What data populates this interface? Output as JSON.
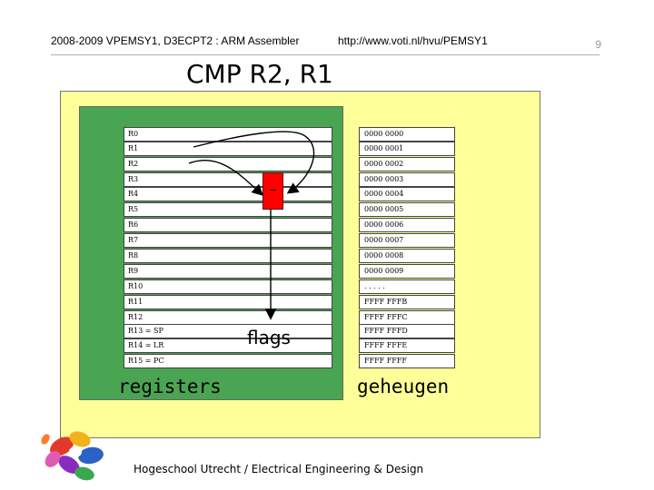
{
  "header": {
    "course": "2008-2009 VPEMSY1, D3ECPT2 : ARM Assembler",
    "url": "http://www.voti.nl/hvu/PEMSY1",
    "page_number": "9"
  },
  "title": "CMP R2, R1",
  "registers": {
    "label": "registers",
    "rows": [
      "R0",
      "R1",
      "R2",
      "R3",
      "R4",
      "R5",
      "R6",
      "R7",
      "R8",
      "R9",
      "R10",
      "R11",
      "R12",
      "R13 = SP",
      "R14 = LR",
      "R15 = PC"
    ]
  },
  "memory": {
    "label": "geheugen",
    "rows": [
      "0000 0000",
      "0000 0001",
      "0000 0002",
      "0000 0003",
      "0000 0004",
      "0000 0005",
      "0000 0006",
      "0000 0007",
      "0000 0008",
      "0000 0009",
      ". . . . .",
      "FFFF FFFB",
      "FFFF FFFC",
      "FFFF FFFD",
      "FFFF FFFE",
      "FFFF FFFF"
    ]
  },
  "alu": {
    "symbol": "–"
  },
  "flags_label": "flags",
  "footer": "Hogeschool Utrecht / Electrical Engineering & Design",
  "colors": {
    "background_panel": "#ffff99",
    "register_panel": "#4aa552",
    "alu": "#ff0000"
  }
}
